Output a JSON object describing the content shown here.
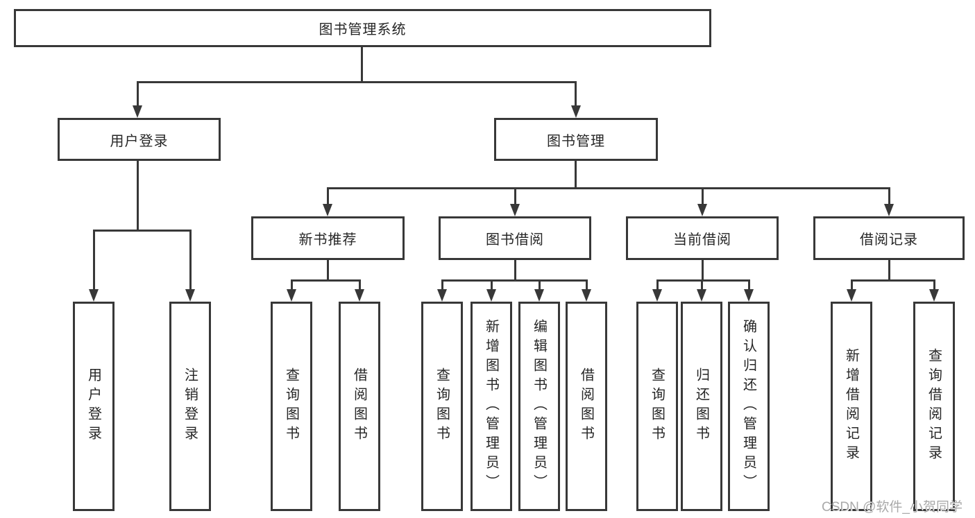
{
  "tree": {
    "root": "图书管理系统",
    "branches": [
      {
        "label": "用户登录",
        "children": [
          "用户登录",
          "注销登录"
        ]
      },
      {
        "label": "图书管理",
        "groups": [
          {
            "label": "新书推荐",
            "children": [
              "查询图书",
              "借阅图书"
            ]
          },
          {
            "label": "图书借阅",
            "children": [
              "查询图书",
              "新增图书（管理员）",
              "编辑图书（管理员）",
              "借阅图书"
            ]
          },
          {
            "label": "当前借阅",
            "children": [
              "查询图书",
              "归还图书",
              "确认归还（管理员）"
            ]
          },
          {
            "label": "借阅记录",
            "children": [
              "新增借阅记录",
              "查询借阅记录"
            ]
          }
        ]
      }
    ]
  },
  "watermark": {
    "text": "CSDN @软件_小贺同学"
  },
  "colors": {
    "line": "#383838",
    "box_background": "#ffffff",
    "text": "#262626",
    "watermark": "#a9a9a9"
  }
}
